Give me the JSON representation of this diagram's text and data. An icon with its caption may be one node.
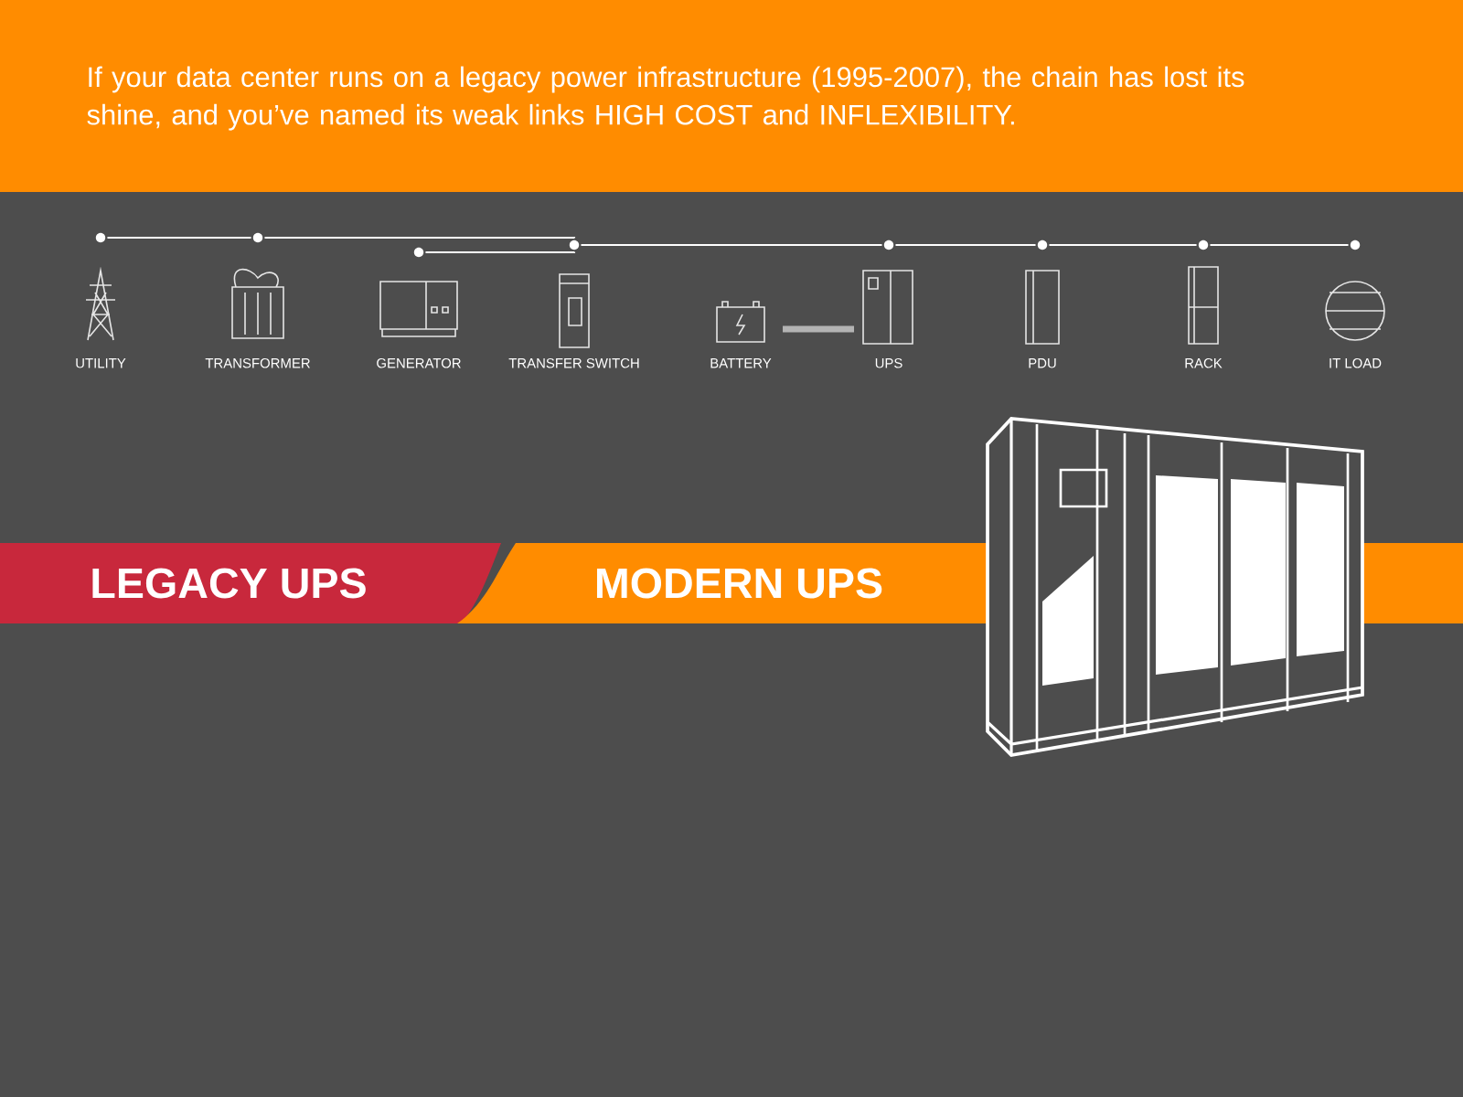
{
  "diagram": {
    "title": "If your data center runs on a legacy power infrastructure (1995-2007), the chain has lost its shine, and you’ve named its weak links HIGH COST and INFLEXIBILITY.",
    "nodes": [
      {
        "text": [
          "UTILITY"
        ]
      },
      {
        "text": [
          "TRANSFORMER"
        ]
      },
      {
        "text": [
          "GENERATOR"
        ]
      },
      {
        "text": [
          "TRANSFER SWITCH"
        ]
      },
      {
        "text": [
          "BATTERY"
        ]
      },
      {
        "text": [
          "UPS"
        ]
      },
      {
        "text": [
          "PDU"
        ]
      },
      {
        "text": [
          "RACK"
        ]
      },
      {
        "text": [
          "IT LOAD"
        ]
      },
      {
        "text": [
          "LEGACY UPS"
        ]
      },
      {
        "text": [
          "MODERN UPS"
        ]
      }
    ],
    "edges": [
      {
        "from": 0,
        "to": 1,
        "arrow": "none"
      },
      {
        "from": 1,
        "to": 3,
        "arrow": "none"
      },
      {
        "from": 2,
        "to": 3,
        "arrow": "none"
      },
      {
        "from": 3,
        "to": 5,
        "arrow": "none"
      },
      {
        "from": 4,
        "to": 5,
        "arrow": "none",
        "style": "thick",
        "color": "#b3b3b3"
      },
      {
        "from": 5,
        "to": 6,
        "arrow": "none"
      },
      {
        "from": 6,
        "to": 7,
        "arrow": "none"
      },
      {
        "from": 7,
        "to": 8,
        "arrow": "none"
      }
    ]
  }
}
